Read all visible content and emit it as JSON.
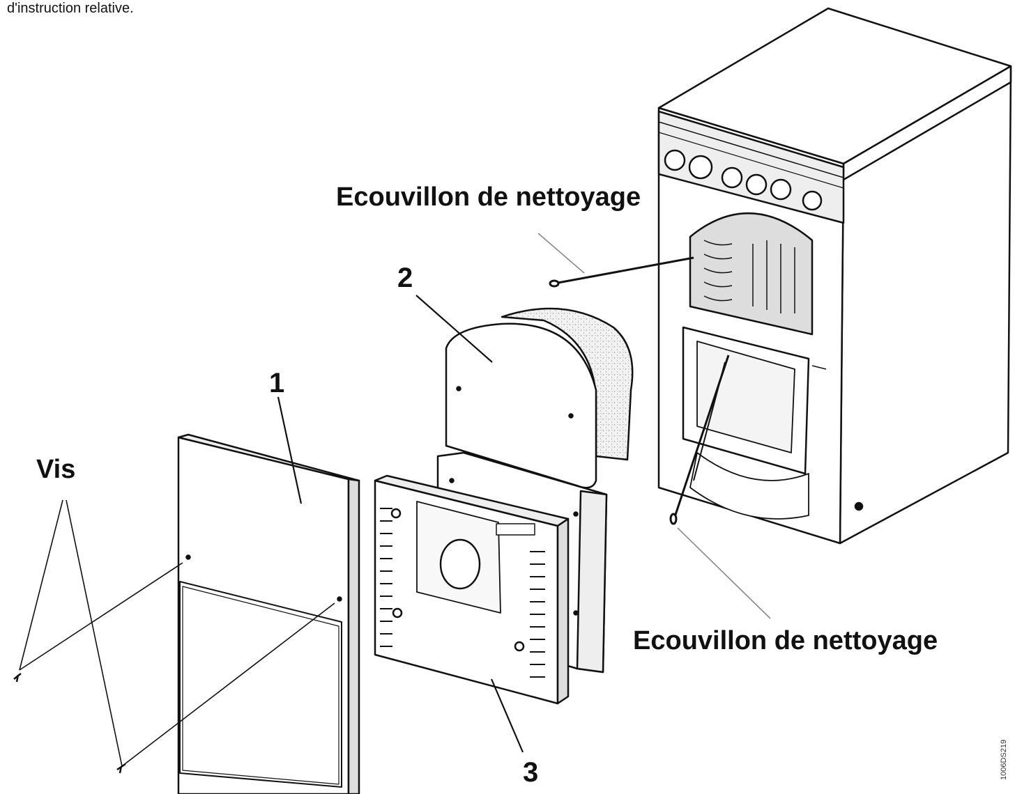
{
  "header_text": "d'instruction relative.",
  "labels": {
    "brush_top": "Ecouvillon de nettoyage",
    "brush_bottom": "Ecouvillon de nettoyage",
    "screws": "Vis",
    "part1": "1",
    "part2": "2",
    "part3": "3"
  },
  "figure_id": "1006DS219"
}
